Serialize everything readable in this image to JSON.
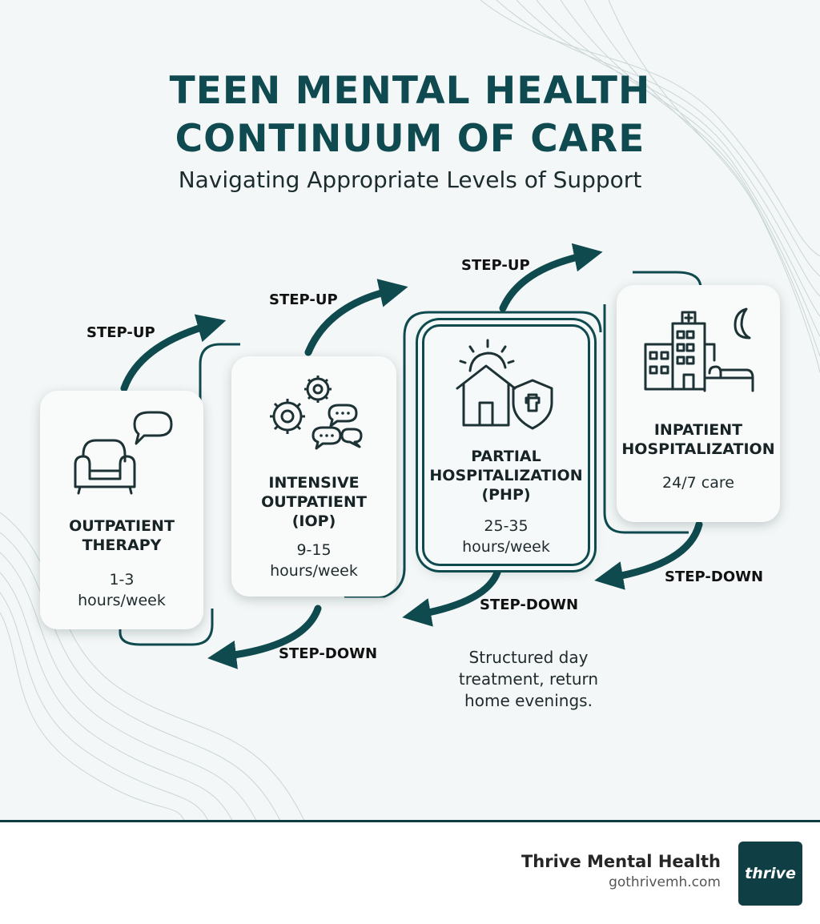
{
  "header": {
    "title_line1": "TEEN MENTAL HEALTH",
    "title_line2": "CONTINUUM OF CARE",
    "subtitle": "Navigating Appropriate Levels of Support"
  },
  "levels": [
    {
      "title_lines": [
        "OUTPATIENT",
        "THERAPY"
      ],
      "sub_lines": [
        "1-3",
        "hours/week"
      ],
      "icon": "armchair-speech-icon"
    },
    {
      "title_lines": [
        "INTENSIVE",
        "OUTPATIENT",
        "(IOP)"
      ],
      "sub_lines": [
        "9-15",
        "hours/week"
      ],
      "icon": "gears-chat-icon"
    },
    {
      "title_lines": [
        "PARTIAL",
        "HOSPITALIZATION",
        "(PHP)"
      ],
      "sub_lines": [
        "25-35",
        "hours/week"
      ],
      "icon": "house-shield-icon"
    },
    {
      "title_lines": [
        "INPATIENT",
        "HOSPITALIZATION"
      ],
      "sub_lines": [
        "24/7 care"
      ],
      "icon": "hospital-bed-moon-icon"
    }
  ],
  "transitions": {
    "step_up": [
      "STEP-UP",
      "STEP-UP",
      "STEP-UP"
    ],
    "step_down": [
      "STEP-DOWN",
      "STEP-DOWN",
      "STEP-DOWN"
    ]
  },
  "note_lines": [
    "Structured day",
    "treatment, return",
    "home evenings."
  ],
  "footer": {
    "brand_name": "Thrive Mental Health",
    "brand_url": "gothrivemh.com",
    "logo_text": "thrive"
  },
  "colors": {
    "primary": "#0f4a4f",
    "background": "#f4f7f7",
    "footer_bar": "#0e3e42"
  }
}
